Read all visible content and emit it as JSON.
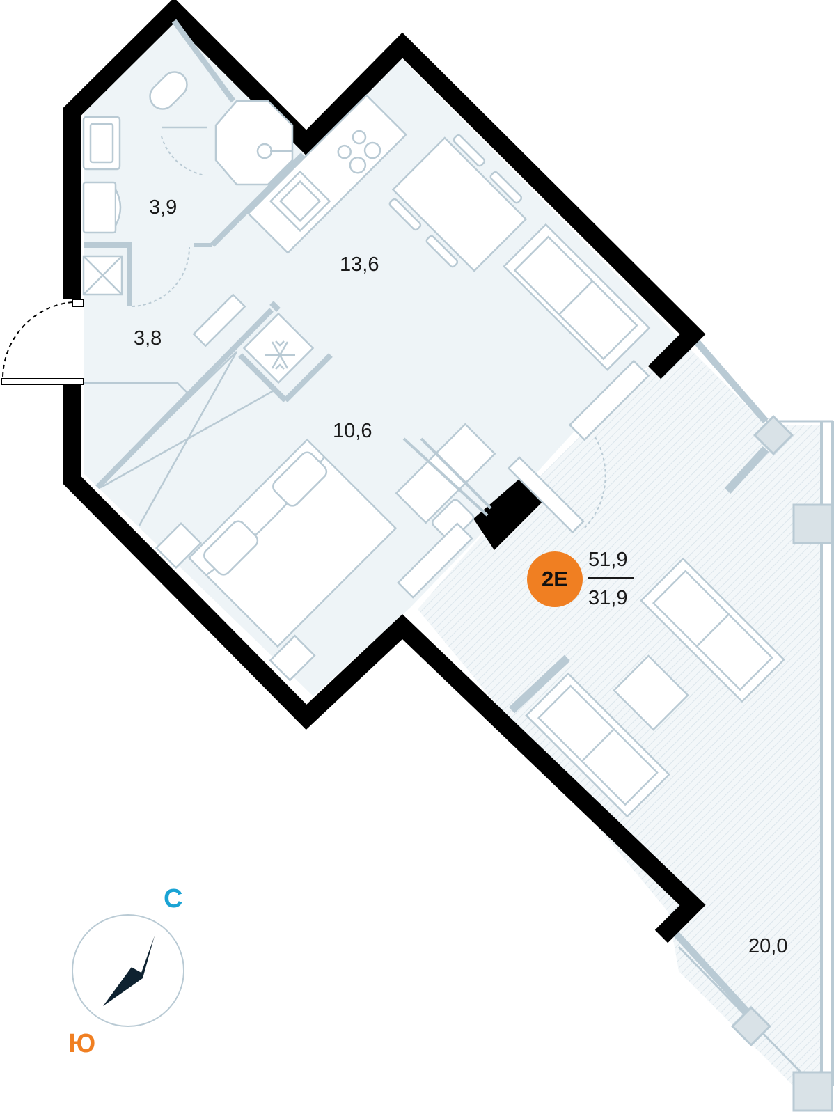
{
  "plan": {
    "unit_code": "2E",
    "total_area": "51,9",
    "living_area": "31,9",
    "rooms": [
      {
        "id": "bathroom",
        "area": "3,9"
      },
      {
        "id": "hallway",
        "area": "3,8"
      },
      {
        "id": "kitchen_living",
        "area": "13,6"
      },
      {
        "id": "bedroom",
        "area": "10,6"
      },
      {
        "id": "terrace",
        "area": "20,0"
      }
    ]
  },
  "compass": {
    "north_label": "С",
    "south_label": "Ю"
  },
  "colors": {
    "accent": "#F07F22",
    "north": "#1AA3D4",
    "wall": "#000000",
    "floor": "#EEF4F7",
    "furniture_stroke": "#B9CAD4",
    "needle": "#0E2230"
  },
  "icons": [
    "snowflake-icon",
    "compass-needle-icon"
  ]
}
